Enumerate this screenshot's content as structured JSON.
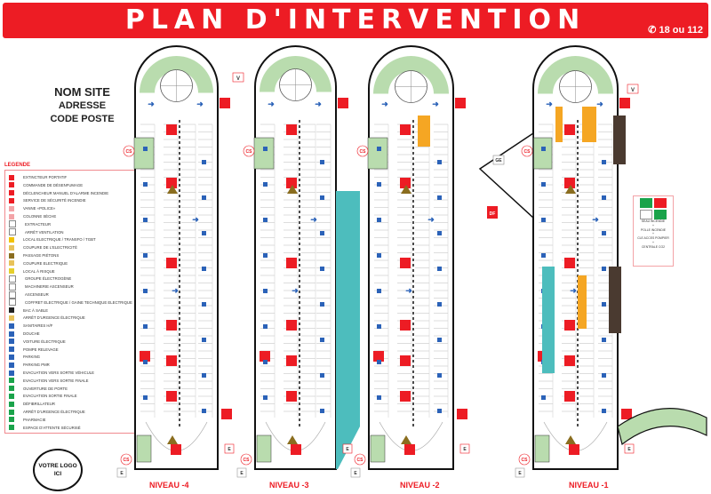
{
  "header": {
    "title": "PLAN D'INTERVENTION",
    "emergency": "18 ou 112",
    "phone_icon": "phone-icon",
    "color": "#ed1c24"
  },
  "site": {
    "name": "NOM SITE",
    "address": "ADRESSE",
    "postcode": "CODE POSTE"
  },
  "logo": {
    "text": "VOTRE LOGO ICI"
  },
  "legend": {
    "title": "LEGENDE",
    "items": [
      {
        "label": "EXTINCTEUR PORTATIF",
        "icon": "extinguisher-icon",
        "color": "#ed1c24"
      },
      {
        "label": "COMMANDE DE DÉSENFUMAGE",
        "icon": "smoke-control-icon",
        "color": "#ed1c24"
      },
      {
        "label": "DÉCLENCHEUR MANUEL D'ALARME INCENDIE",
        "icon": "fire-alarm-icon",
        "color": "#ed1c24"
      },
      {
        "label": "SERVICE DE SÉCURITÉ INCENDIE",
        "icon": "fire-service-icon",
        "color": "#ed1c24"
      },
      {
        "label": "VANNE «POLICE»",
        "icon": "valve-icon",
        "color": "#f3a3a7"
      },
      {
        "label": "COLONNE SÈCHE",
        "icon": "dry-riser-icon",
        "color": "#f3a3a7"
      },
      {
        "label": "EXTRACTEUR",
        "icon": "extractor-icon",
        "color": "#ffffff"
      },
      {
        "label": "ARRÊT VENTILATION",
        "icon": "ventilation-stop-icon",
        "color": "#ffffff"
      },
      {
        "label": "LOCAL ELECTRIQUE / TRANSFO / TGBT",
        "icon": "electrical-warning-icon",
        "color": "#f2c200"
      },
      {
        "label": "COUPURE DE L'ELECTRICITÉ",
        "icon": "power-cut-icon",
        "color": "#e8c25a"
      },
      {
        "label": "PASSAGE PIÉTONS",
        "icon": "pedestrian-warning-icon",
        "color": "#8a6d1f"
      },
      {
        "label": "COUPURE ELECTRIQUE",
        "icon": "electric-cut-icon",
        "color": "#e8c25a"
      },
      {
        "label": "LOCAL À RISQUE",
        "icon": "risk-room-icon",
        "color": "#e5cf2b"
      },
      {
        "label": "GROUPE ÉLECTROGÈNE",
        "icon": "generator-icon",
        "color": "#ffffff"
      },
      {
        "label": "MACHINERIE ASCENSEUR",
        "icon": "elevator-machinery-icon",
        "color": "#ffffff"
      },
      {
        "label": "ASCENSEUR",
        "icon": "elevator-icon",
        "color": "#ffffff"
      },
      {
        "label": "COFFRET ELECTRIQUE / GAINE TECHNIQUE ELECTRIQUE",
        "icon": "electrical-box-icon",
        "color": "#ffffff"
      },
      {
        "label": "BAC À SABLE",
        "icon": "sand-bin-icon",
        "color": "#222222"
      },
      {
        "label": "ARRÊT D'URGENCE ÉLECTRIQUE",
        "icon": "emergency-stop-icon",
        "color": "#e8c25a"
      },
      {
        "label": "SANITAIRES H/F",
        "icon": "toilets-icon",
        "color": "#2b62b8"
      },
      {
        "label": "DOUCHE",
        "icon": "shower-icon",
        "color": "#2b62b8"
      },
      {
        "label": "VOITURE ÉLECTRIQUE",
        "icon": "electric-car-icon",
        "color": "#2b62b8"
      },
      {
        "label": "POMPE RELEVAGE",
        "icon": "pump-icon",
        "color": "#2b62b8"
      },
      {
        "label": "PARKING",
        "icon": "parking-icon",
        "color": "#2b62b8"
      },
      {
        "label": "PARKING PMR",
        "icon": "disabled-parking-icon",
        "color": "#2b62b8"
      },
      {
        "label": "EVACUATION VERS SORTIE VÉHICULE",
        "icon": "arrow-right-icon",
        "color": "#2b62b8"
      },
      {
        "label": "EVACUATION VERS SORTIE FINALE",
        "icon": "arrow-left-icon",
        "color": "#1aa34a"
      },
      {
        "label": "OUVERTURE DE PORTE",
        "icon": "door-opening-icon",
        "color": "#1aa34a"
      },
      {
        "label": "EVACUATION SORTIE FINALE",
        "icon": "exit-icon",
        "color": "#1aa34a"
      },
      {
        "label": "DÉFIBRILLATEUR",
        "icon": "defibrillator-icon",
        "color": "#1aa34a"
      },
      {
        "label": "ARRÊT D'URGENCE ÉLECTRIQUE",
        "icon": "emergency-stop-green-icon",
        "color": "#1aa34a"
      },
      {
        "label": "PHARMACIE",
        "icon": "first-aid-icon",
        "color": "#1aa34a"
      },
      {
        "label": "ESPACE D'ATTENTE SÉCURISÉ",
        "icon": "safe-waiting-area-icon",
        "color": "#1aa34a"
      }
    ]
  },
  "levels": [
    {
      "label": "NIVEAU -4"
    },
    {
      "label": "NIVEAU -3"
    },
    {
      "label": "NIVEAU -2"
    },
    {
      "label": "NIVEAU -1"
    }
  ],
  "markers": {
    "dry_riser": "CS",
    "extractor": "E",
    "ventilation": "V",
    "generator": "GE",
    "smoke": "DF"
  },
  "safety_panel": {
    "lines": [
      "SEAU INCENDIE",
      "+",
      "POLLE INCENDIE",
      "+",
      "CLE ACCES POMPIER",
      "+",
      "CENTRALE CO2"
    ]
  },
  "colors": {
    "ramp": "#b9dcae",
    "red": "#ed1c24",
    "blue": "#2b62b8",
    "teal": "#4dbdbd",
    "orange": "#f5a623",
    "brown": "#4a3a30"
  }
}
